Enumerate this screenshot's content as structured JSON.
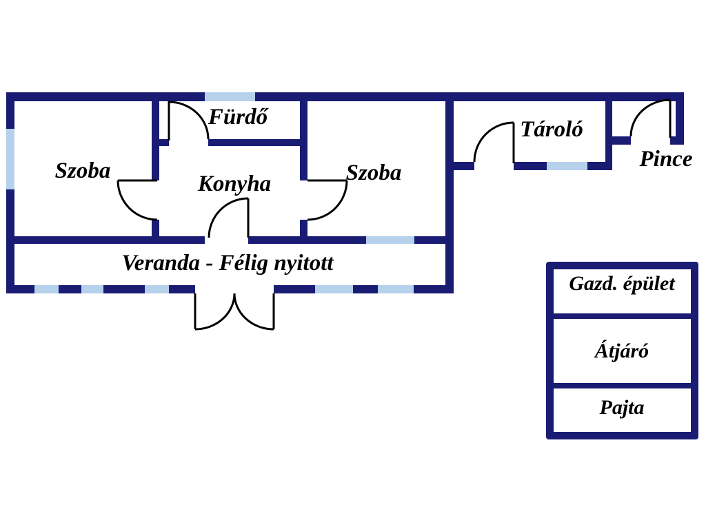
{
  "diagram": {
    "type": "floor-plan",
    "colors": {
      "wall": "#1a1c74",
      "window": "#b5d1eb",
      "door_line": "#000000",
      "label": "#000000",
      "background": "#ffffff"
    },
    "main_house": {
      "rooms": [
        {
          "id": "szoba-left",
          "label": "Szoba"
        },
        {
          "id": "furdo",
          "label": "Fürdő"
        },
        {
          "id": "konyha",
          "label": "Konyha"
        },
        {
          "id": "szoba-right",
          "label": "Szoba"
        },
        {
          "id": "veranda",
          "label": "Veranda - Félig nyitott"
        },
        {
          "id": "tarolo",
          "label": "Tároló"
        },
        {
          "id": "pince",
          "label": "Pince"
        }
      ]
    },
    "outbuilding": {
      "rooms": [
        {
          "id": "gazd-epulet",
          "label": "Gazd. épület"
        },
        {
          "id": "atjaro",
          "label": "Átjáró"
        },
        {
          "id": "pajta",
          "label": "Pajta"
        }
      ]
    }
  }
}
